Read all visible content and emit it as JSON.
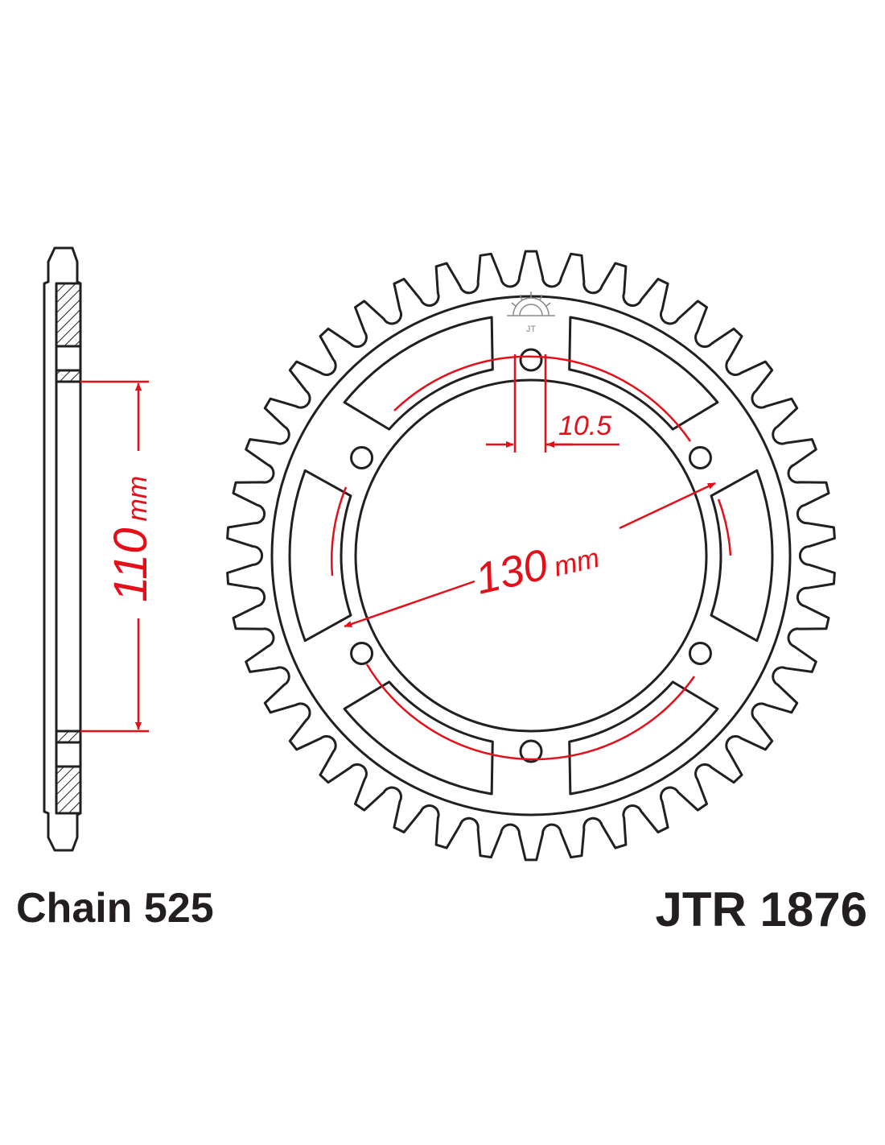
{
  "colors": {
    "outline": "#231f20",
    "dimension": "#e3101a",
    "background": "#ffffff"
  },
  "dimensions": {
    "hub_width": {
      "value": "110",
      "unit": "mm"
    },
    "bolt_circle": {
      "value": "130",
      "unit": "mm"
    },
    "bolt_hole": {
      "value": "10.5"
    }
  },
  "sprocket": {
    "teeth": 42,
    "bolt_holes": 6,
    "windows": 6
  },
  "captions": {
    "chain": "Chain 525",
    "part_number": "JTR 1876"
  },
  "icons": {
    "logo": "jt-sun-logo-icon"
  }
}
